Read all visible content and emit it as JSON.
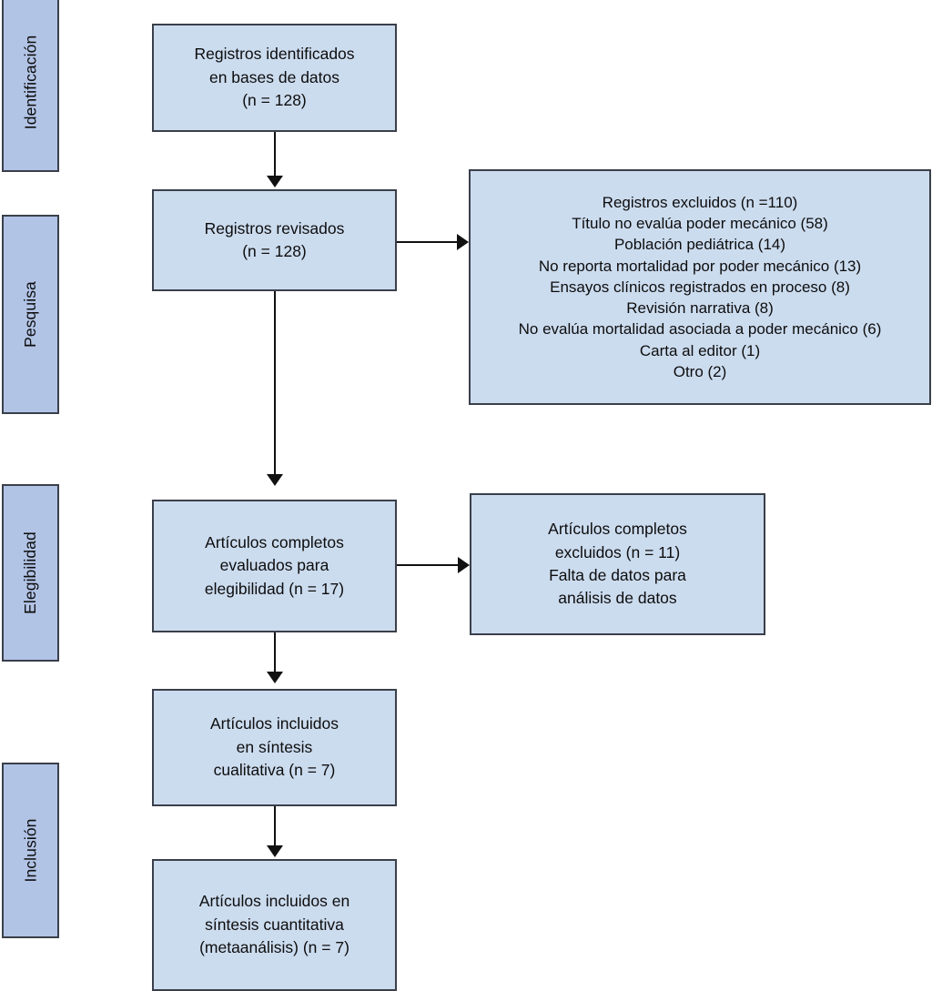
{
  "diagram": {
    "type": "prisma-flow-diagram",
    "language": "es",
    "colors": {
      "stage_label_fill": "#b2c4e6",
      "box_fill": "#ccdcef",
      "border": "#3a3f4a",
      "arrow": "#111111",
      "text": "#0d0d0d",
      "background": "#ffffff"
    }
  },
  "stages": [
    {
      "id": "identificacion",
      "label": "Identificación"
    },
    {
      "id": "pesquisa",
      "label": "Pesquisa"
    },
    {
      "id": "elegibilidad",
      "label": "Elegibilidad"
    },
    {
      "id": "inclusion",
      "label": "Inclusión"
    }
  ],
  "boxes": {
    "identified": {
      "text": "Registros identificados\nen bases de datos\n(n = 128)",
      "n": 128
    },
    "screened": {
      "text": "Registros revisados\n(n = 128)",
      "n": 128
    },
    "excluded_records": {
      "text": "Registros excluidos (n =110)\nTítulo no evalúa poder mecánico (58)\nPoblación pediátrica (14)\nNo reporta mortalidad por poder mecánico (13)\nEnsayos clínicos registrados en proceso (8)\nRevisión narrativa (8)\nNo evalúa mortalidad asociada a poder mecánico (6)\nCarta al editor (1)\nOtro (2)",
      "n": 110,
      "reasons": [
        {
          "label": "Título no evalúa poder mecánico",
          "count": 58
        },
        {
          "label": "Población pediátrica",
          "count": 14
        },
        {
          "label": "No reporta mortalidad por poder mecánico",
          "count": 13
        },
        {
          "label": "Ensayos clínicos registrados en proceso",
          "count": 8
        },
        {
          "label": "Revisión narrativa",
          "count": 8
        },
        {
          "label": "No evalúa mortalidad asociada a poder mecánico",
          "count": 6
        },
        {
          "label": "Carta al editor",
          "count": 1
        },
        {
          "label": "Otro",
          "count": 2
        }
      ]
    },
    "fulltext_assessed": {
      "text": "Artículos completos\nevaluados para\nelegibilidad (n = 17)",
      "n": 17
    },
    "fulltext_excluded": {
      "text": "Artículos completos\nexcluidos (n = 11)\nFalta de datos para\nanálisis de datos",
      "n": 11
    },
    "qualitative": {
      "text": "Artículos incluidos\nen síntesis\ncualitativa (n = 7)",
      "n": 7
    },
    "quantitative": {
      "text": "Artículos incluidos en\nsíntesis cuantitativa\n(metaanálisis) (n = 7)",
      "n": 7
    }
  }
}
